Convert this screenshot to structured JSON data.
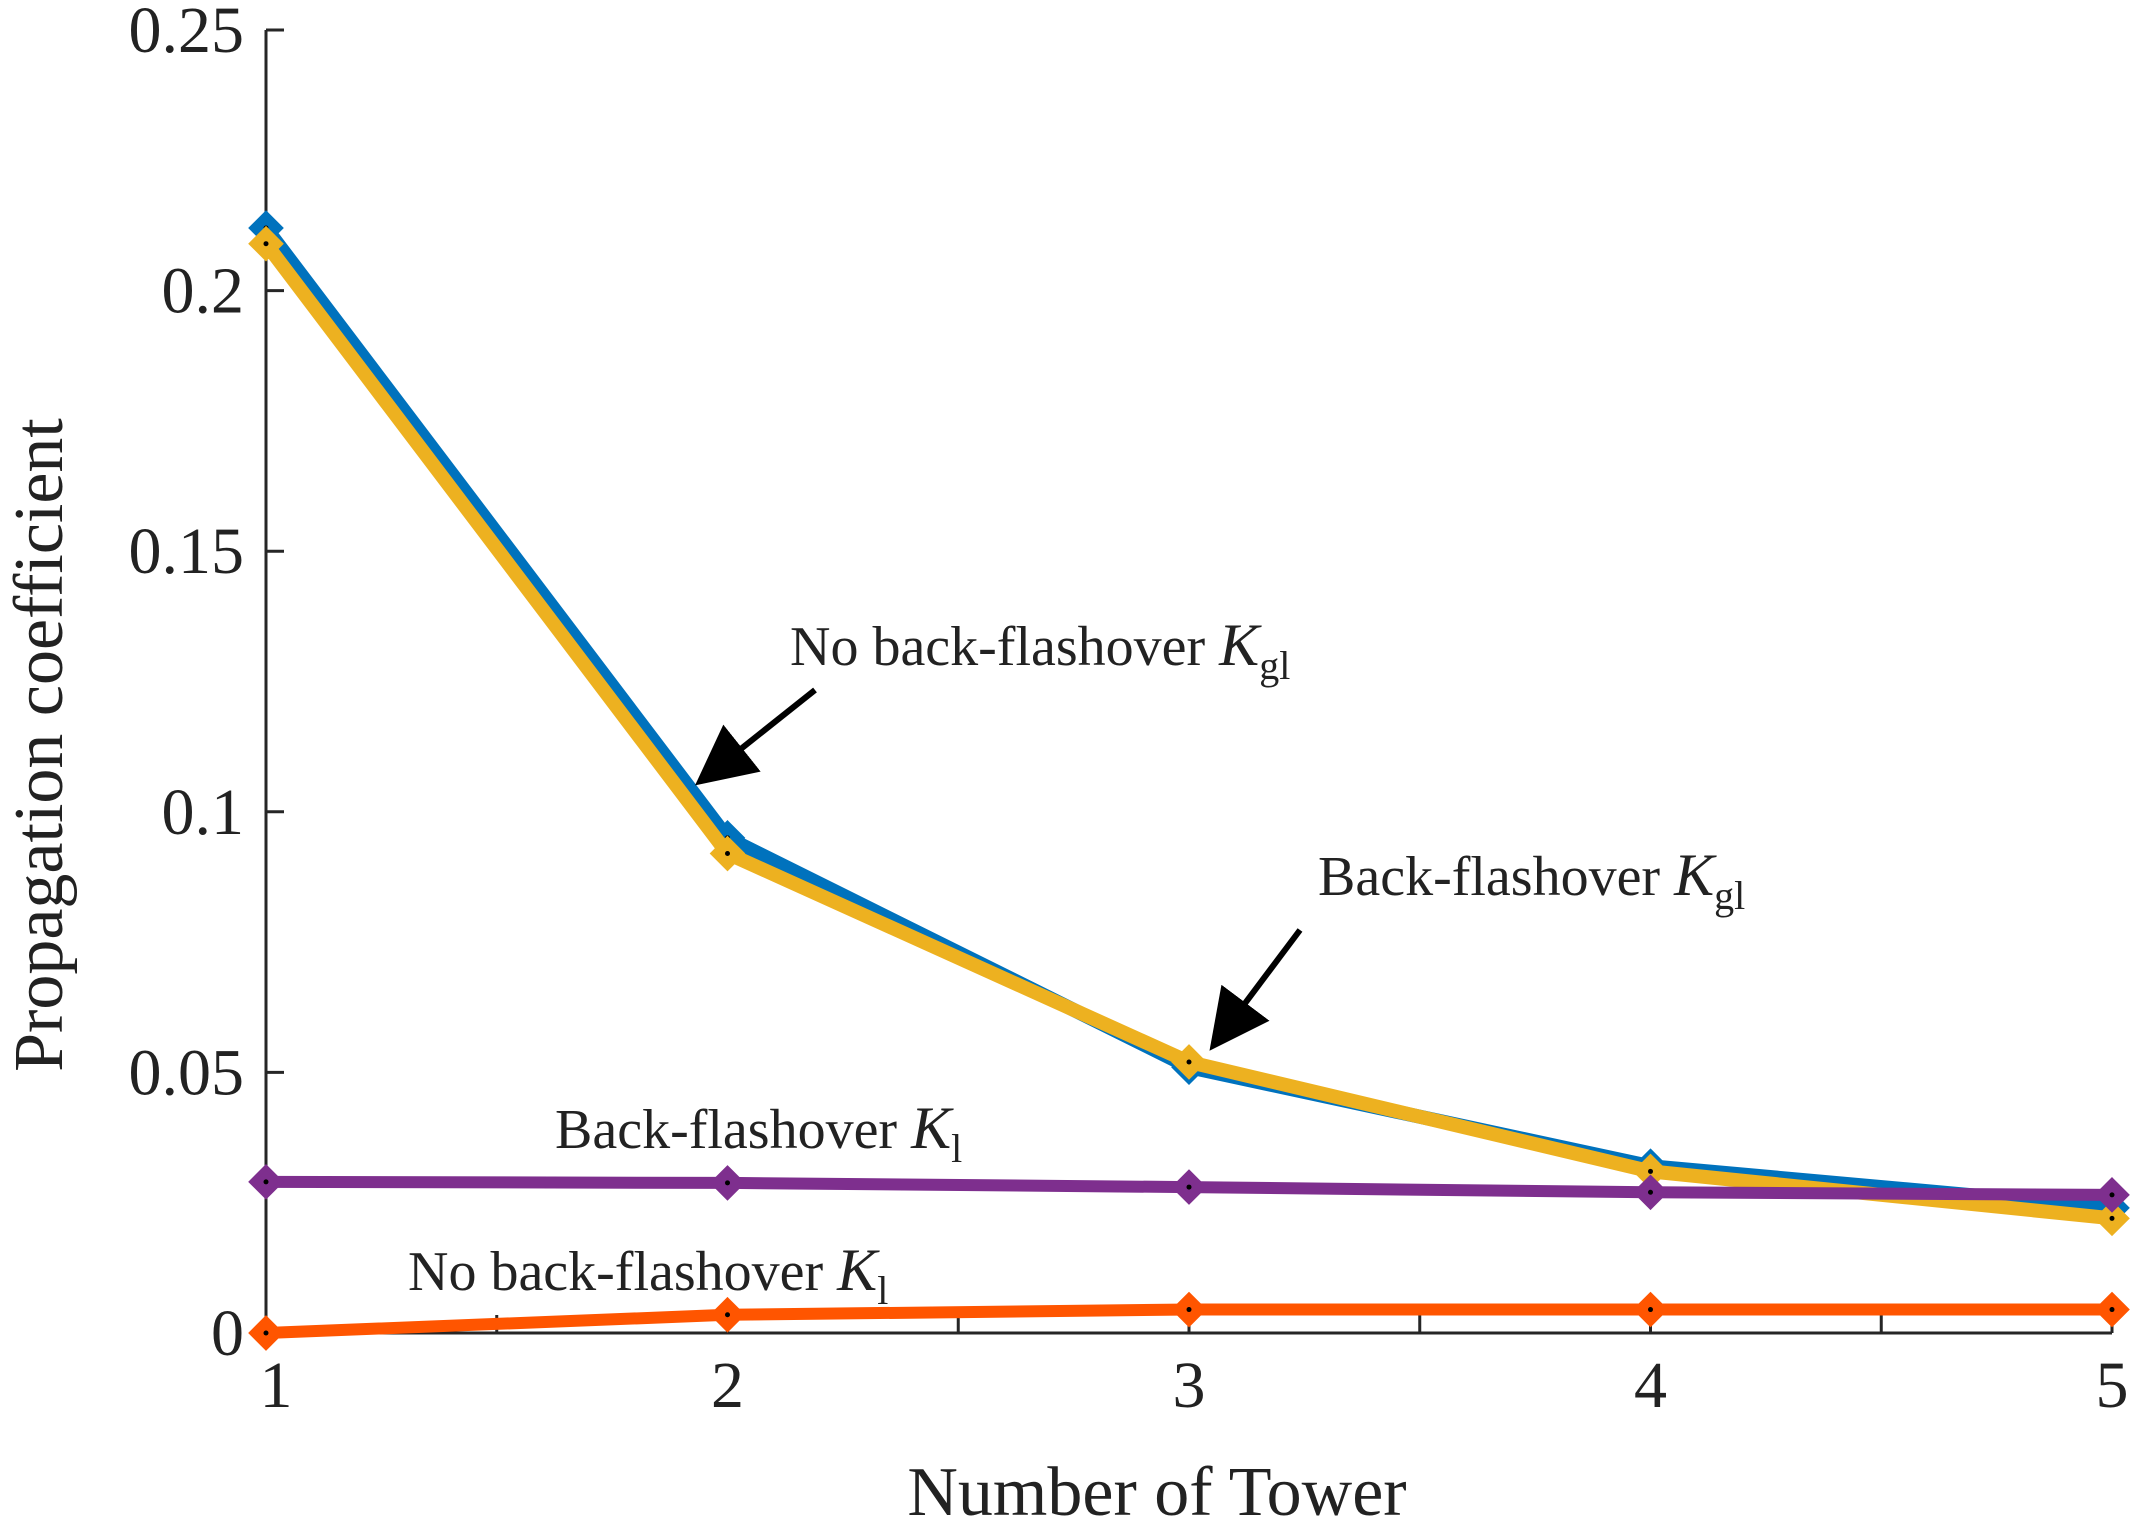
{
  "chart_data": {
    "type": "line",
    "x": [
      1,
      2,
      3,
      4,
      5
    ],
    "xlabel": "Number of Tower",
    "ylabel": "Propagation coefficient",
    "xlim": [
      1,
      5
    ],
    "ylim": [
      0,
      0.25
    ],
    "xticks": [
      1,
      2,
      3,
      4,
      5
    ],
    "xtick_labels": [
      "1",
      "2",
      "3",
      "4",
      "5"
    ],
    "yticks": [
      0,
      0.05,
      0.1,
      0.15,
      0.2,
      0.25
    ],
    "ytick_labels": [
      "0",
      "0.05",
      "0.1",
      "0.15",
      "0.2",
      "0.25"
    ],
    "grid": false,
    "series": [
      {
        "values": [
          0.212,
          0.095,
          0.051,
          0.032,
          0.024
        ],
        "color": "#0072BD",
        "marker": "diamond"
      },
      {
        "values": [
          0.209,
          0.092,
          0.052,
          0.031,
          0.022
        ],
        "color": "#EDB120",
        "marker": "diamond"
      },
      {
        "values": [
          0.029,
          0.0288,
          0.028,
          0.027,
          0.0265
        ],
        "color": "#7E2F8E",
        "marker": "diamond"
      },
      {
        "values": [
          0.0,
          0.0035,
          0.0045,
          0.0045,
          0.0045
        ],
        "color": "#FF5500",
        "marker": "diamond"
      }
    ],
    "annotations": [
      {
        "text": "No back-flashover ",
        "symbol": "K",
        "subscript": "gl",
        "point_x": 1.95,
        "point_y": 0.1065,
        "arrow": true
      },
      {
        "text": "Back-flashover ",
        "symbol": "K",
        "subscript": "gl",
        "point_x": 3.06,
        "point_y": 0.056,
        "arrow": true
      },
      {
        "text": "Back-flashover ",
        "symbol": "K",
        "subscript": "l",
        "point_x": null,
        "point_y": null,
        "arrow": false
      },
      {
        "text": "No back-flashover ",
        "symbol": "K",
        "subscript": "l",
        "point_x": null,
        "point_y": null,
        "arrow": false
      }
    ]
  }
}
